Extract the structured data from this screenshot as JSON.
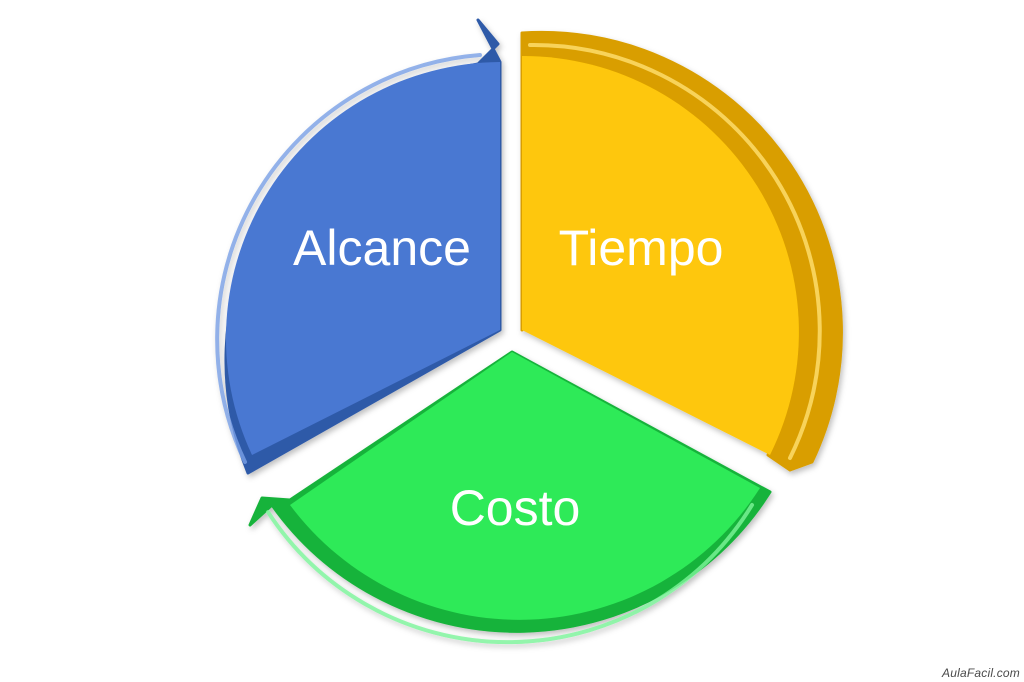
{
  "diagram": {
    "segments": [
      {
        "label": "Alcance",
        "color": "#4a78d2",
        "edge": "#2f5aa8",
        "highlight": "#7aa0e6"
      },
      {
        "label": "Tiempo",
        "color": "#fec708",
        "edge": "#d99e00",
        "highlight": "#ffe070"
      },
      {
        "label": "Costo",
        "color": "#2eea59",
        "edge": "#19b33b",
        "highlight": "#7cf59a"
      }
    ]
  },
  "watermark": "AulaFacil.com"
}
